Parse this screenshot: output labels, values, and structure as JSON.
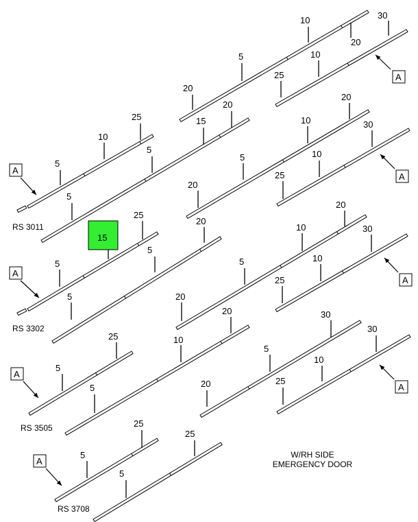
{
  "diagram": {
    "caption_lines": [
      "W/RH SIDE",
      "EMERGENCY DOOR"
    ],
    "view_marker": "A",
    "highlight": {
      "label": "15",
      "color": "#33ee33"
    },
    "groups": [
      {
        "id": "RS 3011",
        "parts": [
          {
            "name": "upper-left",
            "labels": [
              "5",
              "10",
              "25"
            ]
          },
          {
            "name": "lower-left",
            "labels": [
              "5",
              "5",
              "15",
              "20"
            ]
          },
          {
            "name": "upper-right-a",
            "labels": [
              "20",
              "5",
              "10",
              "20"
            ]
          },
          {
            "name": "upper-right-b",
            "labels": [
              "25",
              "10",
              "30"
            ]
          },
          {
            "name": "lower-right-a",
            "labels": [
              "20",
              "5",
              "10",
              "20"
            ]
          },
          {
            "name": "lower-right-b",
            "labels": [
              "25",
              "10",
              "30"
            ]
          }
        ]
      },
      {
        "id": "RS 3302",
        "parts": [
          {
            "name": "upper-left",
            "labels": [
              "5",
              "15",
              "25"
            ]
          },
          {
            "name": "lower-left",
            "labels": [
              "5",
              "5",
              "20"
            ]
          },
          {
            "name": "right-a",
            "labels": [
              "20",
              "5",
              "10",
              "20"
            ]
          },
          {
            "name": "right-b",
            "labels": [
              "25",
              "10",
              "30"
            ]
          }
        ]
      },
      {
        "id": "RS 3505",
        "parts": [
          {
            "name": "upper-left",
            "labels": [
              "5",
              "25"
            ]
          },
          {
            "name": "lower-left",
            "labels": [
              "5",
              "10",
              "20"
            ]
          },
          {
            "name": "right-a",
            "labels": [
              "20",
              "5",
              "30"
            ]
          },
          {
            "name": "right-b",
            "labels": [
              "25",
              "10",
              "30"
            ]
          }
        ]
      },
      {
        "id": "RS 3708",
        "parts": [
          {
            "name": "upper-left",
            "labels": [
              "5",
              "25"
            ]
          },
          {
            "name": "lower-left",
            "labels": [
              "5",
              "25"
            ]
          }
        ]
      }
    ]
  }
}
